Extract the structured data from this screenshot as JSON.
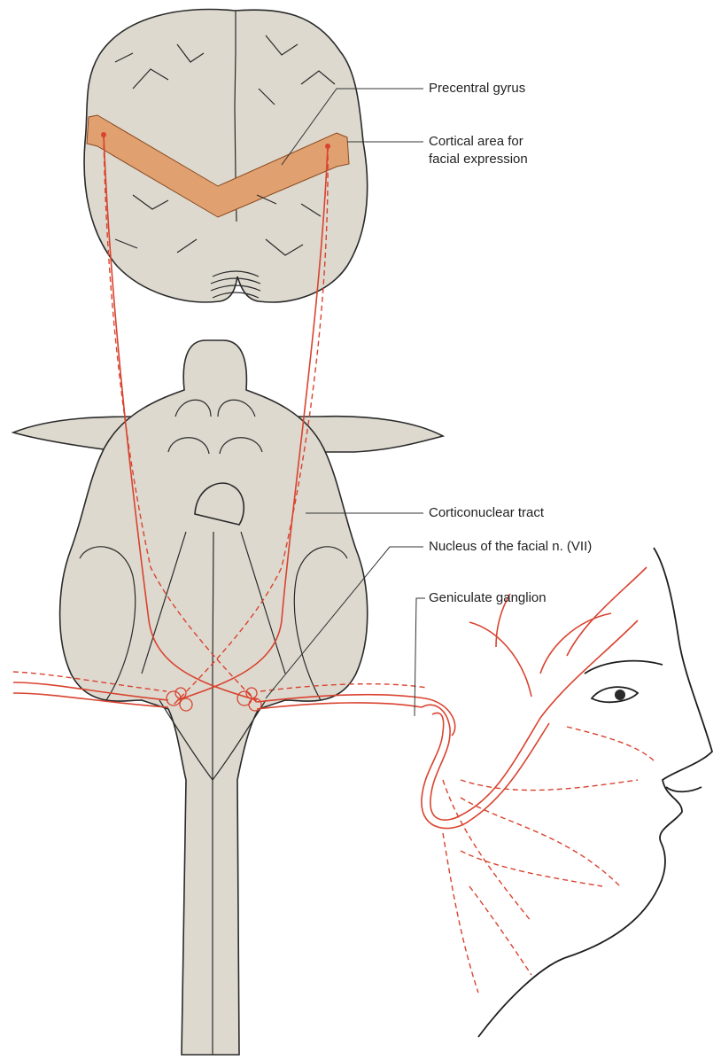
{
  "labels": {
    "precentral_gyrus": "Precentral gyrus",
    "cortical_area_line1": "Cortical area for",
    "cortical_area_line2": "facial expression",
    "corticonuclear_tract": "Corticonuclear tract",
    "facial_nucleus": "Nucleus of the facial n. (VII)",
    "geniculate_ganglion": "Geniculate ganglion"
  },
  "colors": {
    "tissue": "#ddd9cf",
    "motor_cortex_band": "#e0a070",
    "nerve_red": "#d9432f",
    "outline": "#2a2a2a"
  }
}
